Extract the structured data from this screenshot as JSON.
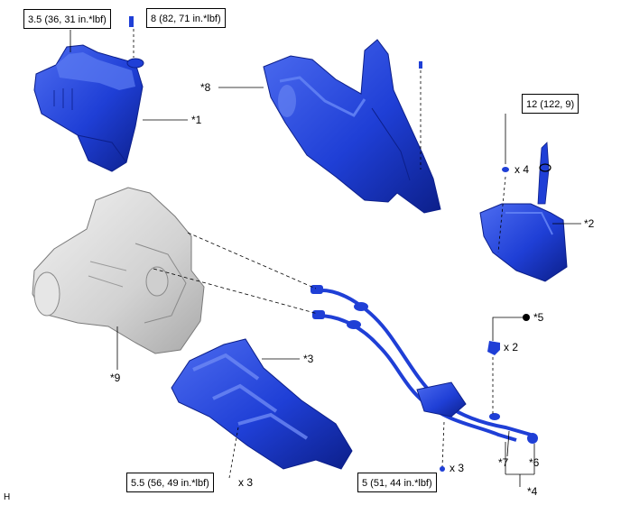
{
  "torque_labels": {
    "air_cleaner": "3.5 (36, 31 in.*lbf)",
    "top_bolt": "8 (82, 71 in.*lbf)",
    "shift_lever": "12 (122, 9)",
    "heat_insulator": "5.5 (56, 49 in.*lbf)",
    "cable_clamp": "5 (51, 44 in.*lbf)"
  },
  "callouts": {
    "c1": "*1",
    "c2": "*2",
    "c3": "*3",
    "c4": "*4",
    "c5": "*5",
    "c6": "*6",
    "c7": "*7",
    "c8": "*8",
    "c9": "*9"
  },
  "quantities": {
    "shift_nuts": "x 4",
    "clips": "x 2",
    "insulator_bolts": "x 3",
    "clamp_bolts": "x 3"
  },
  "figure_code": "H",
  "colors": {
    "part_blue": "#1f3fd6",
    "part_blue_dark": "#0c1f8a",
    "part_blue_light": "#5c7cf2",
    "transmission_gray": "#d8d8d8",
    "line": "#000000"
  }
}
